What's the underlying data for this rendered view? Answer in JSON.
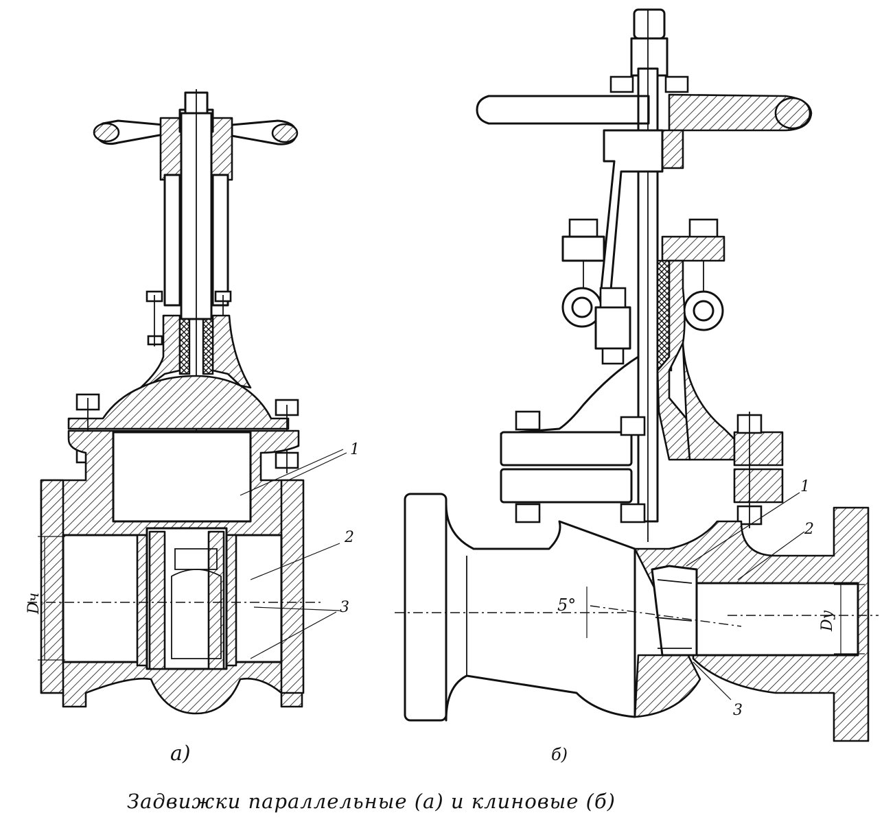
{
  "caption": "Задвижки параллельные (а) и клиновые (б)",
  "figure_a": {
    "sublabel": "а)",
    "callouts": [
      "1",
      "2",
      "3"
    ],
    "dimension": "Dч"
  },
  "figure_b": {
    "sublabel": "б)",
    "callouts": [
      "1",
      "2",
      "3"
    ],
    "dimension": "Dу",
    "angle": "5°"
  }
}
